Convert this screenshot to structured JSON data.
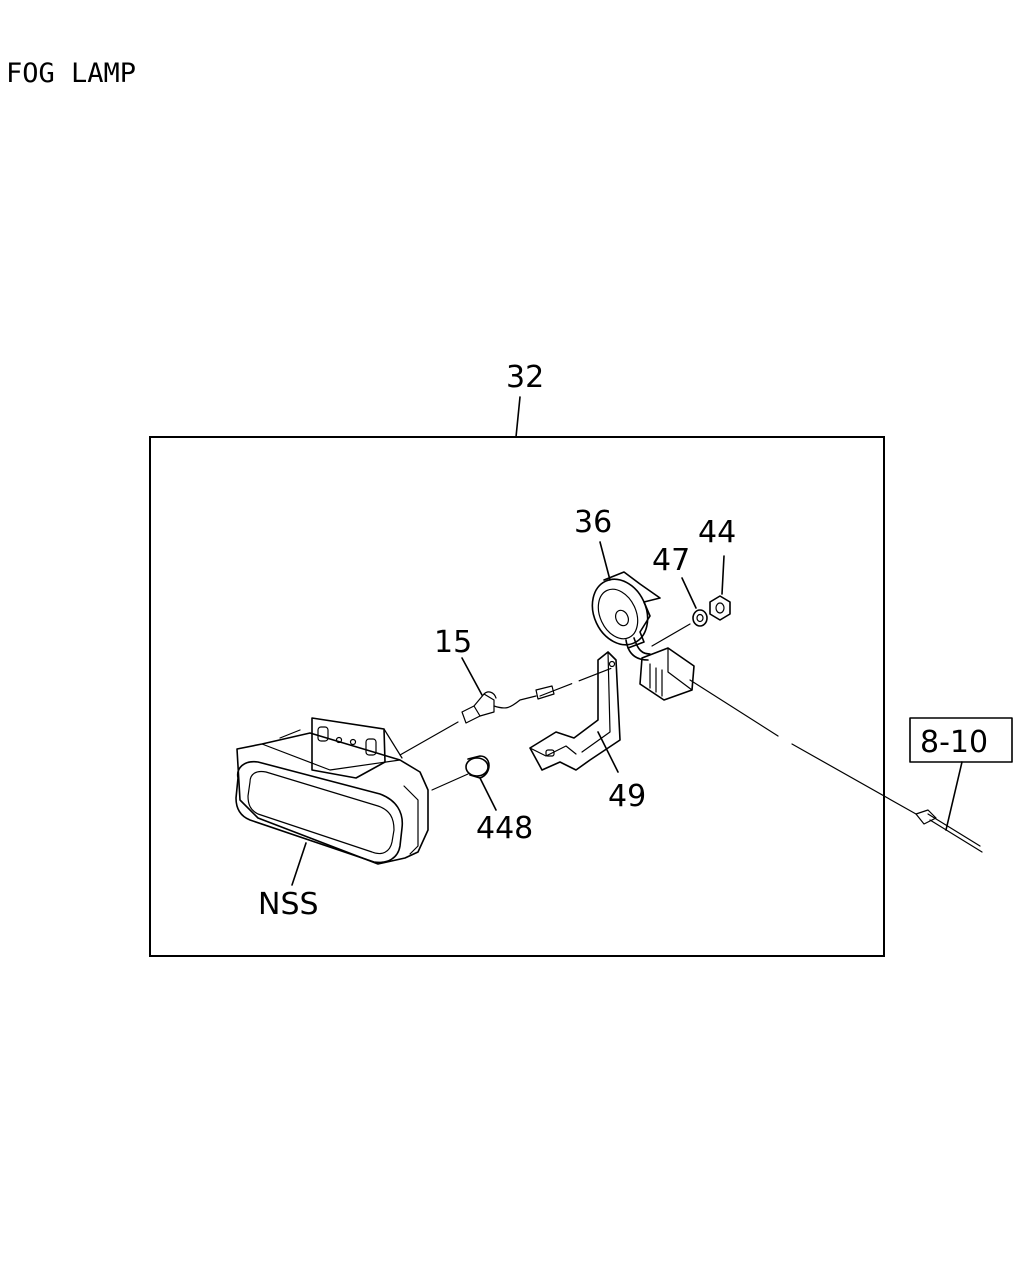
{
  "title": "FOG LAMP",
  "callouts": {
    "assembly": "32",
    "bulb": "15",
    "socket": "36",
    "washer": "47",
    "nut": "44",
    "bracket": "49",
    "grommet": "448",
    "lens": "NSS",
    "reference": "8-10"
  }
}
